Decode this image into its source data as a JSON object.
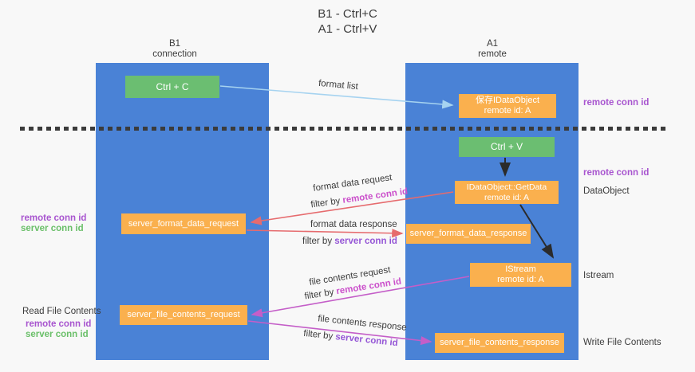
{
  "title": {
    "line1": "B1 - Ctrl+C",
    "line2": "A1 - Ctrl+V"
  },
  "columns": {
    "left": {
      "title": "B1",
      "subtitle": "connection"
    },
    "right": {
      "title": "A1",
      "subtitle": "remote"
    }
  },
  "boxes": {
    "ctrl_c": "Ctrl + C",
    "ctrl_v": "Ctrl + V",
    "save_dataobject_line1": "保存IDataObject",
    "save_dataobject_line2": "remote id: A",
    "getdata_line1": "IDataObject::GetData",
    "getdata_line2": "remote id: A",
    "istream_line1": "IStream",
    "istream_line2": "remote id: A",
    "server_format_data_request": "server_format_data_request",
    "server_format_data_response": "server_format_data_response",
    "server_file_contents_request": "server_file_contents_request",
    "server_file_contents_response": "server_file_contents_response"
  },
  "flow_labels": {
    "format_list": "format list",
    "format_data_request": "format data request",
    "format_data_response": "format data response",
    "file_contents_request": "file contents request",
    "file_contents_response": "file contents response",
    "filter_by": "filter by ",
    "remote_conn_id": "remote conn id",
    "server_conn_id": "server conn id"
  },
  "side_labels": {
    "remote_conn_id": "remote conn id",
    "server_conn_id": "server conn id",
    "dataobject": "DataObject",
    "istream": "Istream",
    "read_file_contents": "Read File Contents",
    "write_file_contents": "Write File Contents"
  },
  "colors": {
    "background": "#f8f8f8",
    "column_blue": "#4a82d6",
    "box_orange": "#fab04e",
    "box_green": "#6bbe71",
    "arrow_light_blue": "#a6d3f0",
    "arrow_red": "#e66b6e",
    "arrow_magenta": "#c45ec8",
    "arrow_black": "#2b2b2b",
    "text_dark": "#3c3c3c",
    "label_purple": "#a855cf",
    "label_green": "#6abf69",
    "label_magenta": "#cb50cb",
    "label_violet": "#9556d6",
    "dash_line": "#3b3b3b"
  }
}
